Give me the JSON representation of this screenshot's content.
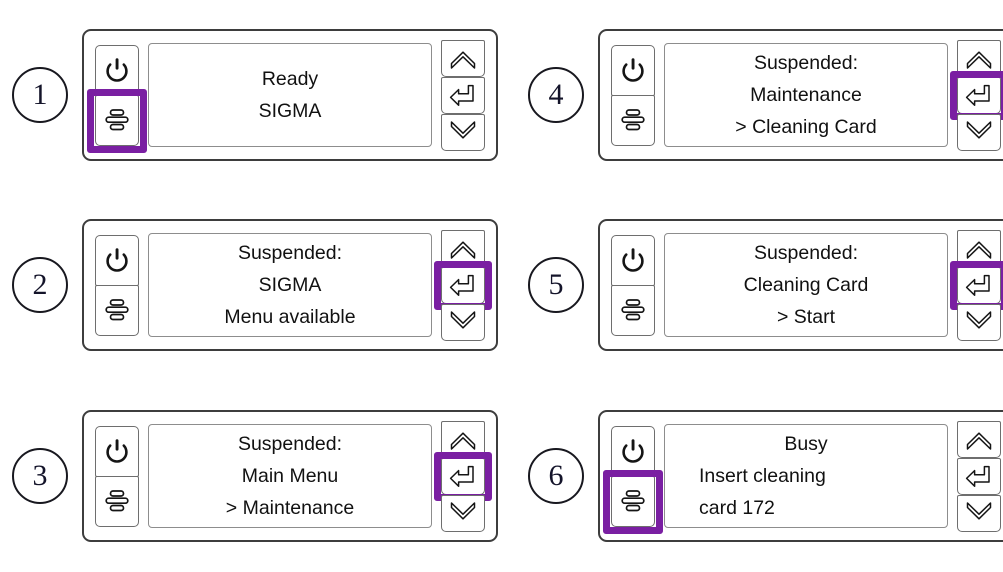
{
  "theme": {
    "accent": "#7a1fa2",
    "outline": "#3d3d3d",
    "key_outline": "#6e6e6e",
    "display_outline": "#8d8d8d",
    "text": "#111111",
    "background": "#ffffff"
  },
  "icons": {
    "power": "power-icon",
    "menu": "menu-icon",
    "up": "chevron-up-icon",
    "enter": "enter-arrow-icon",
    "down": "chevron-down-icon"
  },
  "steps": [
    {
      "number": "1",
      "highlight": "menu",
      "lines": [
        {
          "text": "Ready",
          "align": "center"
        },
        {
          "text": "SIGMA",
          "align": "center"
        }
      ]
    },
    {
      "number": "2",
      "highlight": "enter",
      "lines": [
        {
          "text": "Suspended:",
          "align": "center"
        },
        {
          "text": "SIGMA",
          "align": "center"
        },
        {
          "text": "Menu available",
          "align": "center"
        }
      ]
    },
    {
      "number": "3",
      "highlight": "enter",
      "lines": [
        {
          "text": "Suspended:",
          "align": "center"
        },
        {
          "text": "Main Menu",
          "align": "center"
        },
        {
          "text": "> Maintenance",
          "align": "center"
        }
      ]
    },
    {
      "number": "4",
      "highlight": "enter",
      "lines": [
        {
          "text": "Suspended:",
          "align": "center"
        },
        {
          "text": "Maintenance",
          "align": "center"
        },
        {
          "text": "> Cleaning Card",
          "align": "center"
        }
      ]
    },
    {
      "number": "5",
      "highlight": "enter",
      "lines": [
        {
          "text": "Suspended:",
          "align": "center"
        },
        {
          "text": "Cleaning Card",
          "align": "center"
        },
        {
          "text": "> Start",
          "align": "center"
        }
      ]
    },
    {
      "number": "6",
      "highlight": "menu",
      "lines": [
        {
          "text": "Busy",
          "align": "center"
        },
        {
          "text": "Insert cleaning",
          "align": "left"
        },
        {
          "text": "card 172",
          "align": "left"
        }
      ]
    }
  ]
}
